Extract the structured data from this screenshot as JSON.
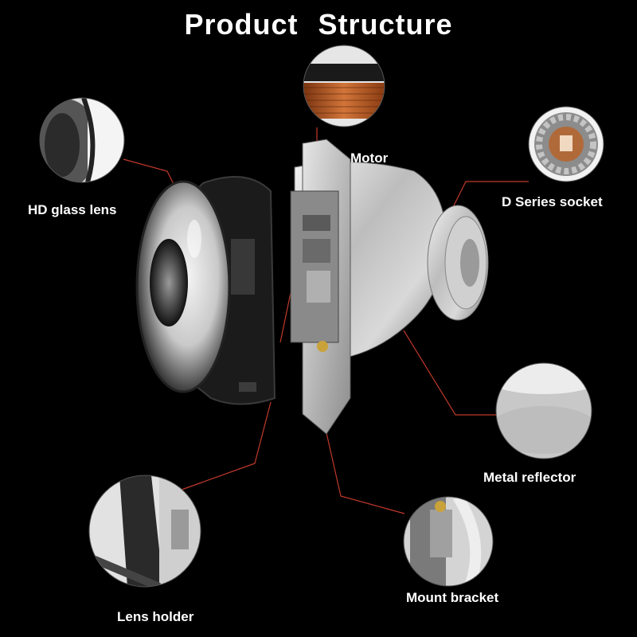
{
  "title": "Product  Structure",
  "labels": {
    "hd_glass_lens": "HD glass lens",
    "motor": "Motor",
    "d_series_socket": "D Series socket",
    "metal_reflector": "Metal reflector",
    "mount_bracket": "Mount bracket",
    "lens_holder": "Lens holder"
  },
  "colors": {
    "background": "#000000",
    "text": "#ffffff",
    "leader_line": "#c0392b"
  }
}
